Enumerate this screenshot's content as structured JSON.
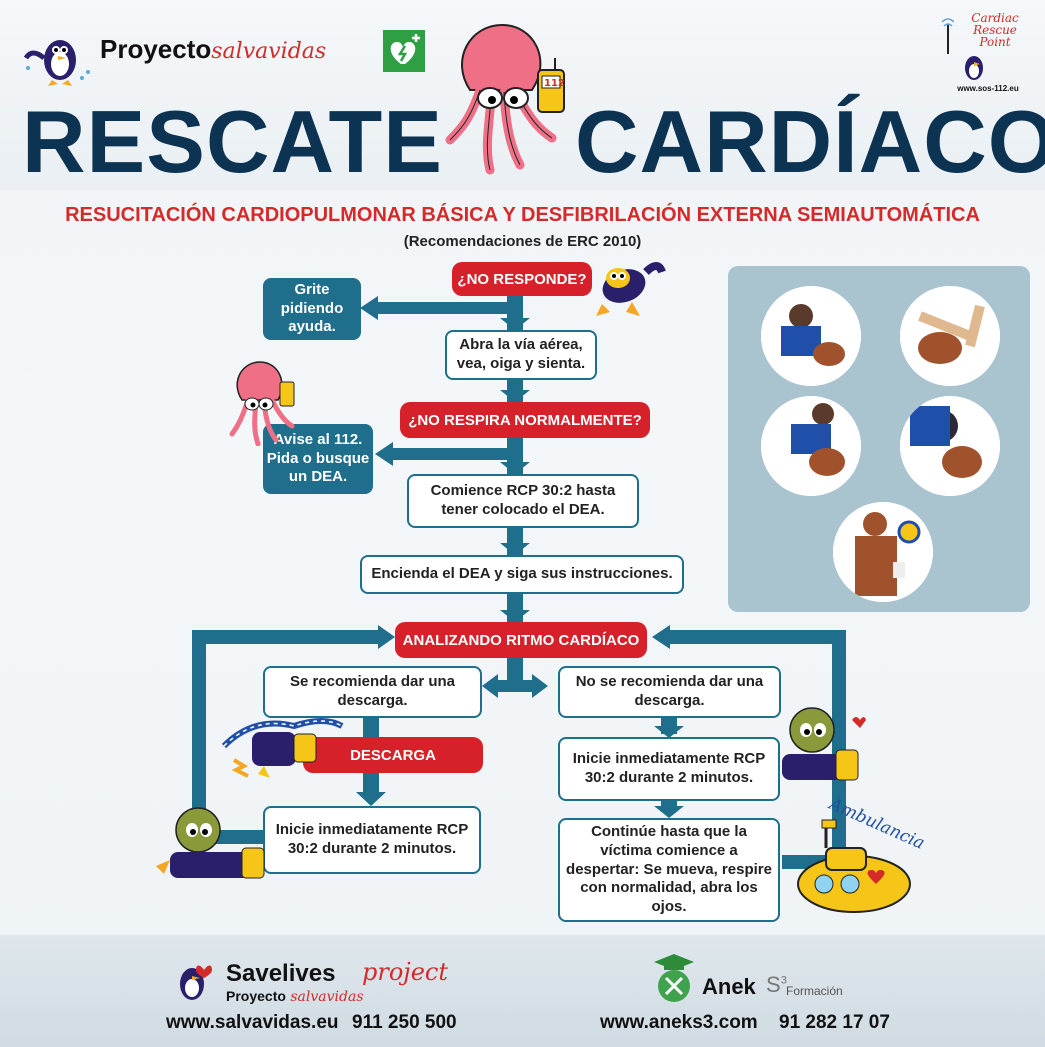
{
  "header": {
    "brand_bold": "Proyecto",
    "brand_script": "salvavidas",
    "title_left": "RESCATE",
    "title_right": "CARDÍACO",
    "badge_line1": "Cardiac",
    "badge_line2": "Rescue",
    "badge_line3": "Point",
    "badge_url": "www.sos-112.eu",
    "phone_label": "112"
  },
  "subtitle": "RESUCITACIÓN CARDIOPULMONAR BÁSICA Y DESFIBRILACIÓN EXTERNA SEMIAUTOMÁTICA",
  "subtitle2": "(Recomendaciones de ERC 2010)",
  "flow": {
    "no_responde": "¿NO RESPONDE?",
    "grite": "Grite pidiendo ayuda.",
    "abra": "Abra la vía aérea, vea, oiga y sienta.",
    "no_respira": "¿NO RESPIRA NORMALMENTE?",
    "avise": "Avise al 112. Pida o busque un DEA.",
    "comience": "Comience RCP 30:2 hasta tener colocado el DEA.",
    "encienda": "Encienda el DEA y siga sus instrucciones.",
    "analizando": "ANALIZANDO RITMO CARDÍACO",
    "se_recomienda": "Se recomienda dar una descarga.",
    "no_se_recomienda": "No se recomienda dar una descarga.",
    "descarga": "DESCARGA",
    "inicie_left": "Inicie inmediatamente RCP 30:2 durante 2 minutos.",
    "inicie_right": "Inicie inmediatamente RCP 30:2 durante 2 minutos.",
    "continue": "Continúe hasta que la víctima comience a despertar: Se mueva, respire con normalidad, abra los ojos.",
    "ambulancia": "Ambulancia"
  },
  "footer": {
    "left_brand": "Savelives",
    "left_brand_script": "project",
    "left_sub_bold": "Proyecto",
    "left_sub_script": "salvavidas",
    "left_url": "www.salvavidas.eu",
    "left_phone": "911 250 500",
    "right_brand": "Anek",
    "right_s3": "S",
    "right_sup": "3",
    "right_formacion": "Formación",
    "right_url": "www.aneks3.com",
    "right_phone": "91 282 17 07"
  },
  "colors": {
    "navy": "#0d3352",
    "red": "#d6202a",
    "teal": "#1f6e8c",
    "panel": "#a9c3cf",
    "aed_green": "#2ea043"
  }
}
